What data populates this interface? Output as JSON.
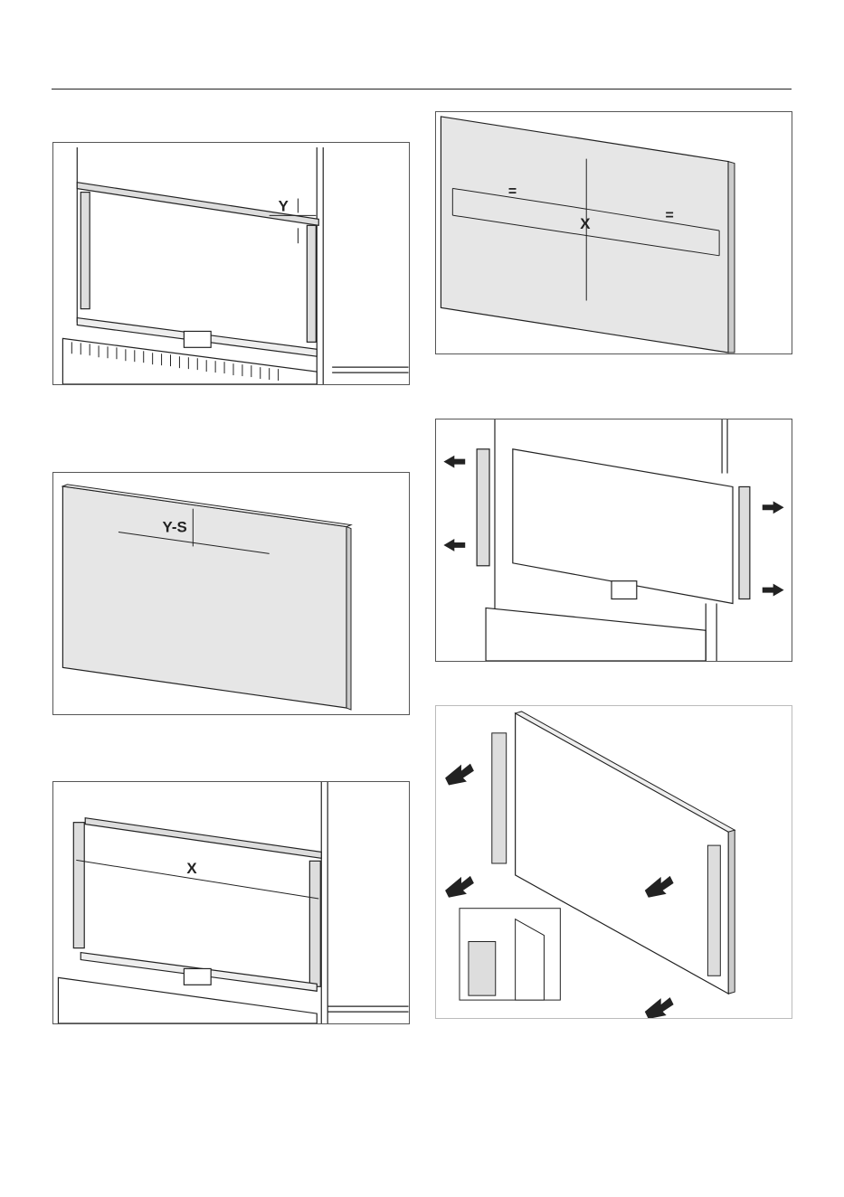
{
  "figures": [
    {
      "id": "fig-1",
      "labels": {
        "dim": "Y"
      }
    },
    {
      "id": "fig-2",
      "labels": {
        "dim": "Y-S"
      }
    },
    {
      "id": "fig-3",
      "labels": {
        "dim": "X"
      }
    },
    {
      "id": "fig-4",
      "labels": {
        "left": "=",
        "right": "=",
        "dim": "X"
      }
    },
    {
      "id": "fig-5",
      "labels": {}
    },
    {
      "id": "fig-6",
      "labels": {}
    }
  ],
  "colors": {
    "panel_fill": "#e6e6e6",
    "line": "#222222",
    "frame": "#555555"
  }
}
